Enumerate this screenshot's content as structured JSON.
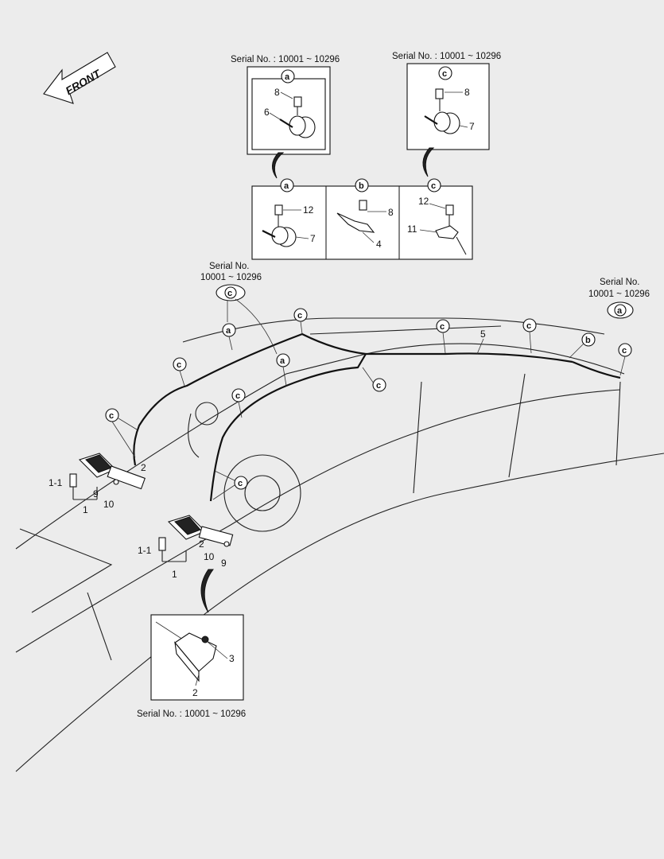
{
  "front_label": "FRONT",
  "serial_labels": {
    "top_left": "Serial No. : 10001 ~ 10296",
    "top_right": "Serial No. : 10001 ~ 10296",
    "mid_left_line1": "Serial No.",
    "mid_left_line2": "10001 ~ 10296",
    "right_line1": "Serial No.",
    "right_line2": "10001 ~ 10296",
    "bottom": "Serial No. : 10001 ~ 10296"
  },
  "detail_letters": {
    "a": "a",
    "b": "b",
    "c": "c"
  },
  "part_numbers": {
    "p1": "1",
    "p1_1": "1-1",
    "p2": "2",
    "p3": "3",
    "p4": "4",
    "p5": "5",
    "p6": "6",
    "p7": "7",
    "p8": "8",
    "p9": "9",
    "p10": "10",
    "p11": "11",
    "p12": "12"
  }
}
